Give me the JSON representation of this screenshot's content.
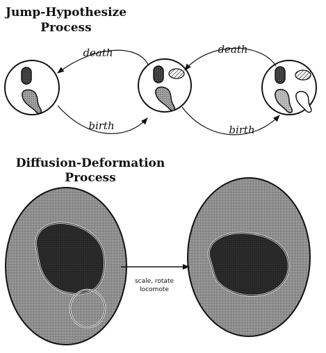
{
  "jump_section": {
    "title_line1": "Jump-Hypothesize",
    "title_line2": "Process",
    "death_label": "death",
    "birth_label": "birth"
  },
  "diffusion_section": {
    "title_line1": "Diffusion-Deformation",
    "title_line2": "Process",
    "arrow_label_line1": "scale, rotate",
    "arrow_label_line2": "locomote"
  },
  "colors": {
    "stroke": "#111111",
    "dark_fill": "#3b3b3b",
    "stipple_fill": "#9a9a9a",
    "oval_fill": "#8c8c8c",
    "blob_fill": "#262626",
    "background": "#ffffff"
  }
}
